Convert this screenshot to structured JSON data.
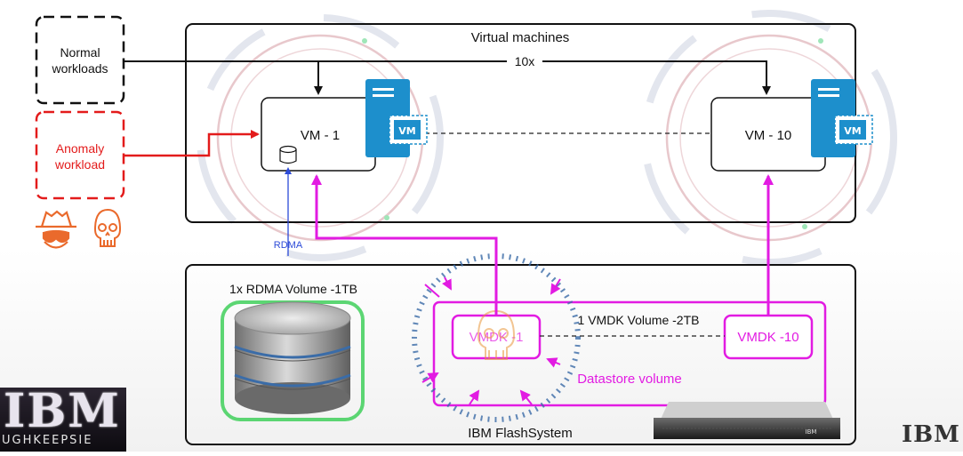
{
  "diagram": {
    "workloads": {
      "normal": [
        "Normal",
        "workloads"
      ],
      "anomaly": [
        "Anomaly",
        "workload"
      ]
    },
    "vm_group": {
      "title": "Virtual machines",
      "count_label": "10x",
      "vm1": "VM - 1",
      "vm10": "VM - 10",
      "vm_badge": "VM"
    },
    "rdma_label": "RDMA",
    "flashsystem": {
      "title": "IBM FlashSystem",
      "rdma_volume": "1x RDMA Volume -1TB",
      "vmdk_volume": "1 VMDK Volume -2TB",
      "vmdk1": "VMDK -1",
      "vmdk10": "VMDK -10",
      "datastore": "Datastore volume",
      "server_brand": "IBM"
    },
    "colors": {
      "magenta": "#e21be2",
      "red": "#e31b1b",
      "blue_arrow": "#2d4bd8",
      "vm_icon_blue": "#1d8fcc",
      "orange_icon": "#ea6a2c",
      "spike_blue": "#3a6aa6"
    },
    "icons": [
      "database-icon",
      "spy-icon",
      "skull-icon",
      "vm-server-icon",
      "disk-stack-icon",
      "flash-server-icon"
    ]
  },
  "branding": {
    "left_logo_big": "IBM",
    "left_logo_small": "UGHKEEPSIE",
    "right_logo": "IBM"
  }
}
